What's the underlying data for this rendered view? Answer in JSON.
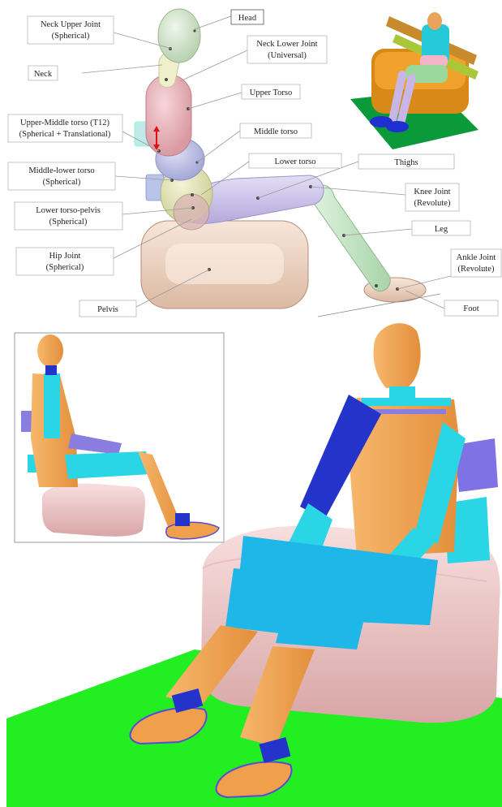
{
  "diagram": {
    "labels": {
      "head": [
        "Head"
      ],
      "neck_upper_joint": [
        "Neck Upper Joint",
        "(Spherical)"
      ],
      "neck_lower_joint": [
        "Neck Lower Joint",
        "(Universal)"
      ],
      "neck": [
        "Neck"
      ],
      "upper_torso": [
        "Upper Torso"
      ],
      "upper_middle_torso": [
        "Upper-Middle torso (T12)",
        "(Spherical + Translational)"
      ],
      "middle_torso": [
        "Middle torso"
      ],
      "lower_torso": [
        "Lower torso"
      ],
      "thighs": [
        "Thighs"
      ],
      "middle_lower_torso": [
        "Middle-lower torso",
        "(Spherical)"
      ],
      "knee_joint": [
        "Knee Joint",
        "(Revolute)"
      ],
      "lower_torso_pelvis": [
        "Lower torso-pelvis",
        "(Spherical)"
      ],
      "leg": [
        "Leg"
      ],
      "hip_joint": [
        "Hip Joint",
        "(Spherical)"
      ],
      "ankle_joint": [
        "Ankle Joint",
        "(Revolute)"
      ],
      "pelvis": [
        "Pelvis"
      ],
      "foot": [
        "Foot"
      ]
    }
  },
  "colors": {
    "head": "#cfe2c8",
    "upper_torso": "#e8b2b8",
    "middle_torso": "#b9bce0",
    "lower_torso": "#dfe0b0",
    "thigh": "#c9c1e8",
    "leg": "#c6e6c6",
    "pelvis": "#efd5c2",
    "skin": "#f3a85a",
    "cyan": "#39d7e6",
    "purple": "#8a7de0",
    "seat": "#f1c9c9",
    "ground": "#22ee22",
    "blue": "#2433c9"
  }
}
